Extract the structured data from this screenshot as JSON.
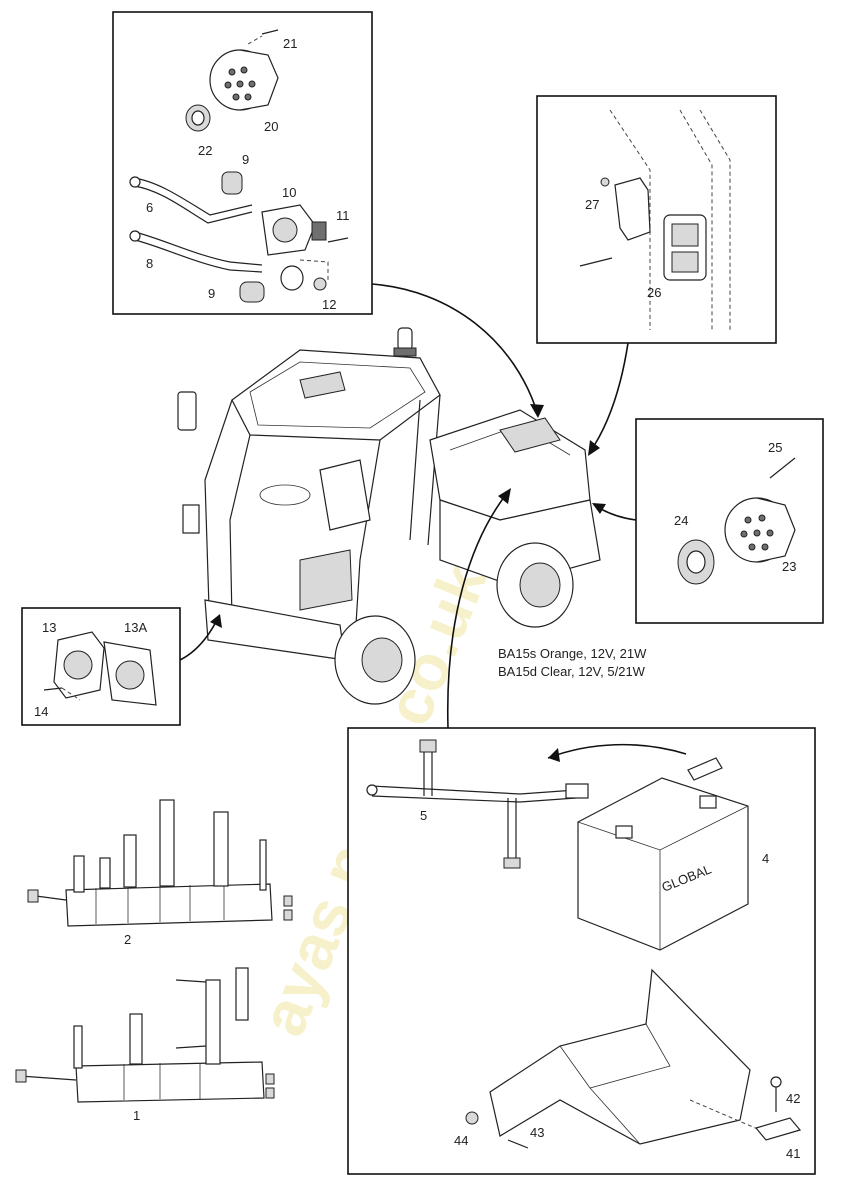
{
  "watermark": "ayas parts.co.uk",
  "callouts": {
    "c1": "1",
    "c2": "2",
    "c4": "4",
    "c5": "5",
    "c6": "6",
    "c8": "8",
    "c9a": "9",
    "c9b": "9",
    "c10": "10",
    "c11": "11",
    "c12": "12",
    "c13": "13",
    "c13a": "13A",
    "c14": "14",
    "c20": "20",
    "c21": "21",
    "c22": "22",
    "c23": "23",
    "c24": "24",
    "c25": "25",
    "c26": "26",
    "c27": "27",
    "c41": "41",
    "c42": "42",
    "c43": "43",
    "c44": "44"
  },
  "bulb_notes": {
    "line1": "BA15s Orange, 12V, 21W",
    "line2": "BA15d Clear, 12V, 5/21W"
  },
  "battery_brand": "GLOBAL"
}
